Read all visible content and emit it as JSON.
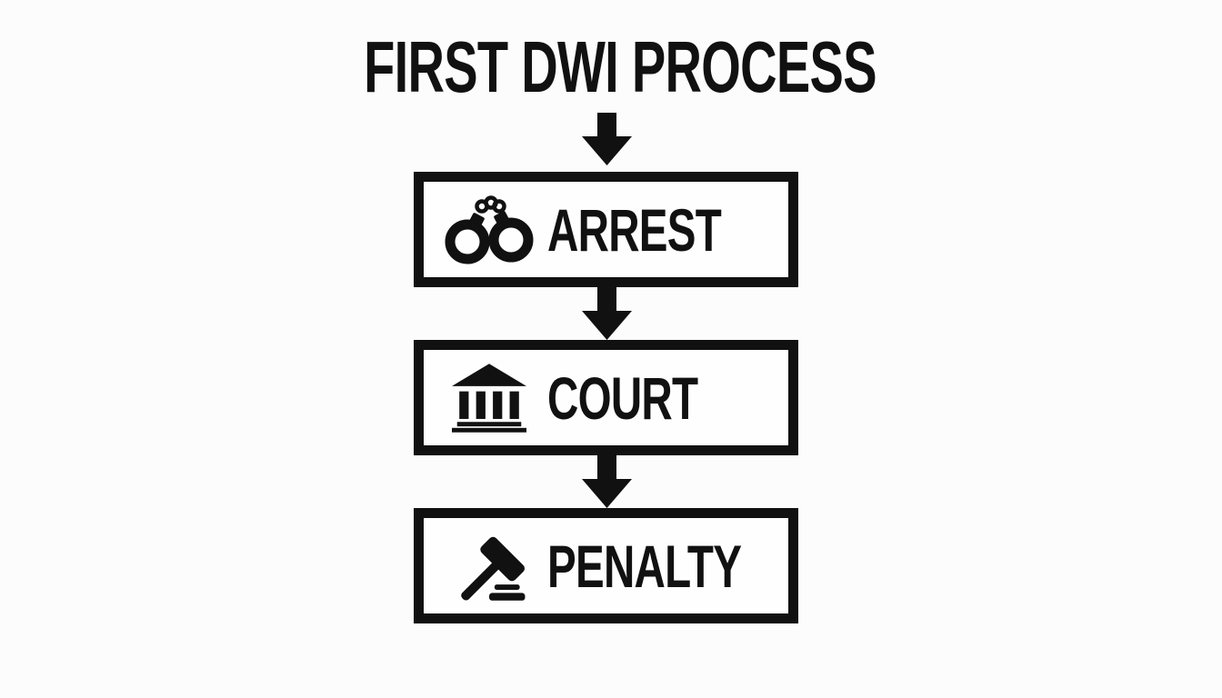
{
  "page": {
    "background_color": "#fcfcfc",
    "ink_color": "#111111"
  },
  "title": "FIRST DWI PROCESS",
  "flow": {
    "direction": "top-to-bottom",
    "connector": "down-arrow"
  },
  "steps": [
    {
      "label": "ARREST",
      "icon": "handcuffs-icon"
    },
    {
      "label": "COURT",
      "icon": "courthouse-icon"
    },
    {
      "label": "PENALTY",
      "icon": "gavel-icon"
    }
  ]
}
